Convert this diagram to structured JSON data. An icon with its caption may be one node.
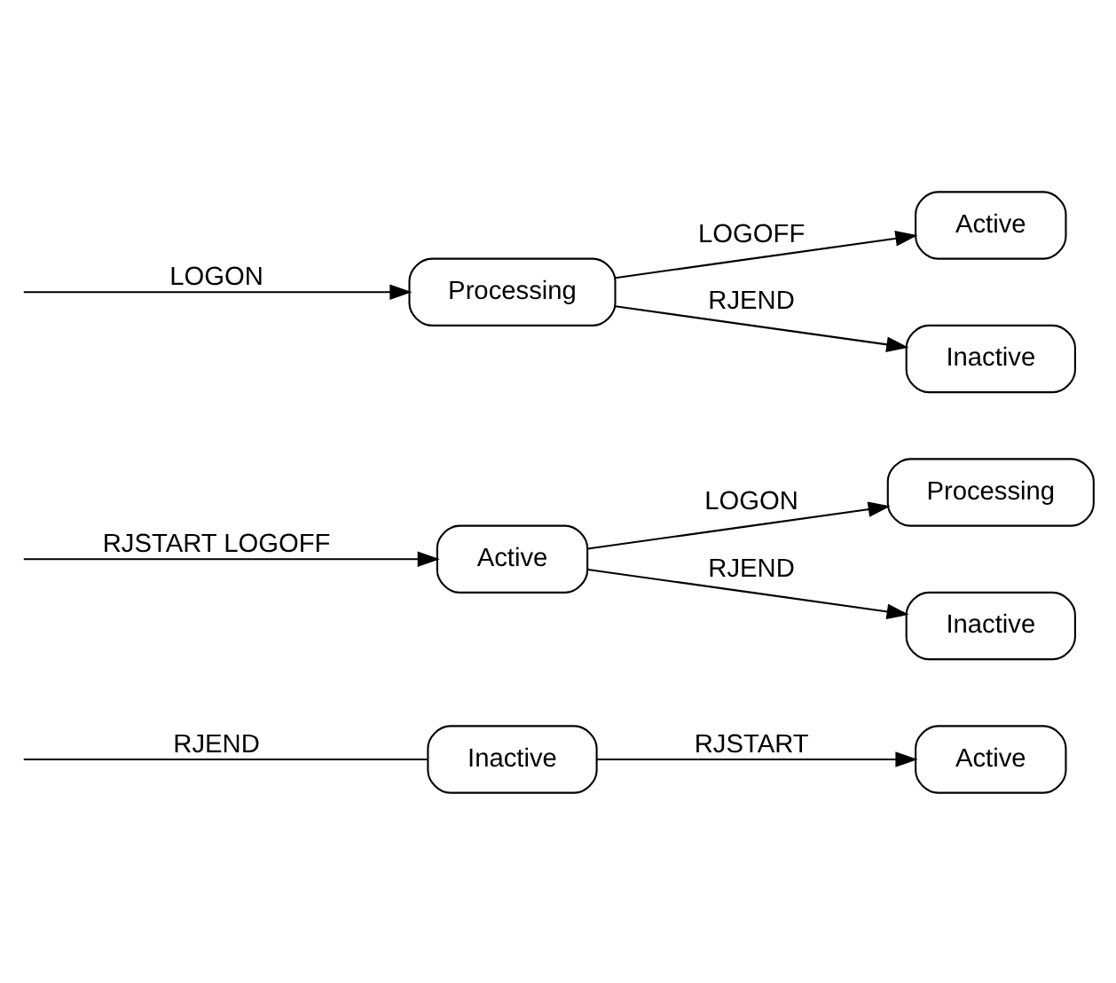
{
  "diagram": {
    "nodes": [
      {
        "text": [
          "Inactive"
        ]
      },
      {
        "text": [
          "Active"
        ]
      },
      {
        "text": [
          "Active"
        ]
      },
      {
        "text": [
          "Processing"
        ]
      },
      {
        "text": [
          "Inactive"
        ]
      },
      {
        "text": [
          "Processing"
        ]
      },
      {
        "text": [
          "Active"
        ]
      },
      {
        "text": [
          "Inactive"
        ]
      }
    ],
    "edges": [
      {
        "from": null,
        "to": 0,
        "arrow": "none",
        "label": "RJEND"
      },
      {
        "from": 0,
        "to": 1,
        "arrow": "to",
        "label": "RJSTART"
      },
      {
        "from": null,
        "to": 2,
        "arrow": "to",
        "label": "RJSTART LOGOFF"
      },
      {
        "from": 2,
        "to": 3,
        "arrow": "to",
        "label": "LOGON"
      },
      {
        "from": 2,
        "to": 4,
        "arrow": "to",
        "label": "RJEND"
      },
      {
        "from": null,
        "to": 5,
        "arrow": "to",
        "label": "LOGON"
      },
      {
        "from": 5,
        "to": 6,
        "arrow": "to",
        "label": "LOGOFF"
      },
      {
        "from": 5,
        "to": 7,
        "arrow": "to",
        "label": "RJEND"
      }
    ]
  }
}
